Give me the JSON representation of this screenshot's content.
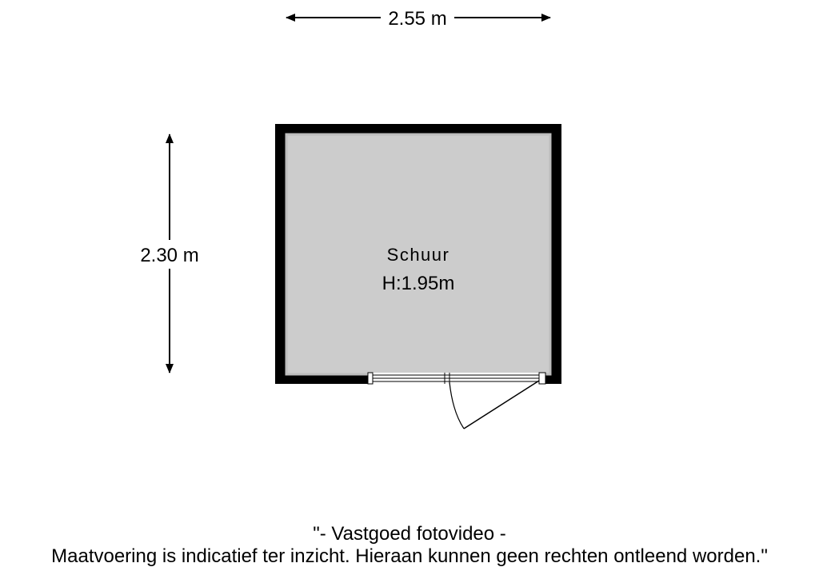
{
  "floorplan": {
    "room_name": "Schuur",
    "room_height": "H:1.95m",
    "width_dimension": "2.55 m",
    "depth_dimension": "2.30 m"
  },
  "footer": {
    "line1": "\"- Vastgoed fotovideo -",
    "line2": "Maatvoering is indicatief ter inzicht. Hieraan kunnen geen rechten ontleend worden.\""
  },
  "colors": {
    "wall": "#000000",
    "floor": "#cccccc",
    "floor_edge": "#bdbdbd",
    "background": "#ffffff",
    "door_line": "#000000"
  }
}
